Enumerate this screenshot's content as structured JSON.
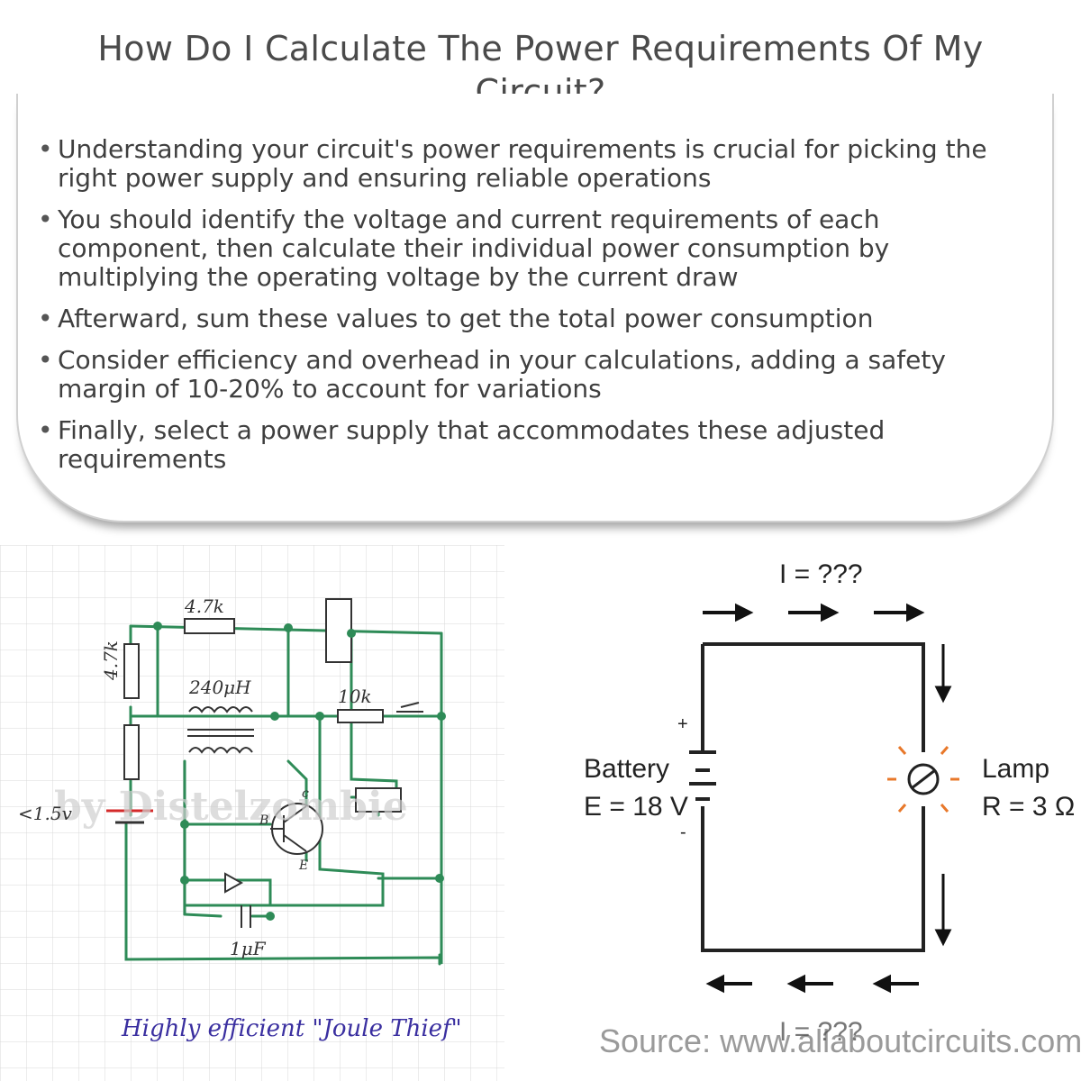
{
  "title": "How Do I Calculate The Power Requirements Of My Circuit?",
  "bullets": [
    "Understanding your circuit's power requirements is crucial for picking the right power supply and ensuring reliable operations",
    "You should identify the voltage and current requirements of each component, then calculate their individual power consumption by multiplying the operating voltage by the current draw",
    "Afterward, sum these values to get the total power consumption",
    "Consider efficiency and overhead in your calculations, adding a safety margin of 10-20% to account for variations",
    "Finally, select a power supply that accommodates these adjusted requirements"
  ],
  "left_diagram": {
    "resistor_top_label": "4.7k",
    "resistor_side_label": "4.7k",
    "inductor_label": "240μH",
    "resistor_10k_label": "10k",
    "battery_label": "<1.5v",
    "transistor_c": "c",
    "transistor_b": "B",
    "transistor_e": "E",
    "capacitor_label": "1μF",
    "watermark": "by Distelzombie",
    "caption": "Highly efficient \"Joule Thief\""
  },
  "right_diagram": {
    "current_top": "I = ???",
    "current_bottom": "I = ???",
    "battery_label": "Battery",
    "battery_value": "E = 18 V",
    "plus": "+",
    "minus": "-",
    "lamp_label": "Lamp",
    "lamp_value": "R = 3 Ω",
    "source": "Source: www.allaboutcircuits.com"
  },
  "colors": {
    "wire_green": "#2e8b57",
    "battery_red": "#d42a2a",
    "handwriting_blue": "#3a2fa0",
    "lamp_orange": "#e8782a"
  }
}
